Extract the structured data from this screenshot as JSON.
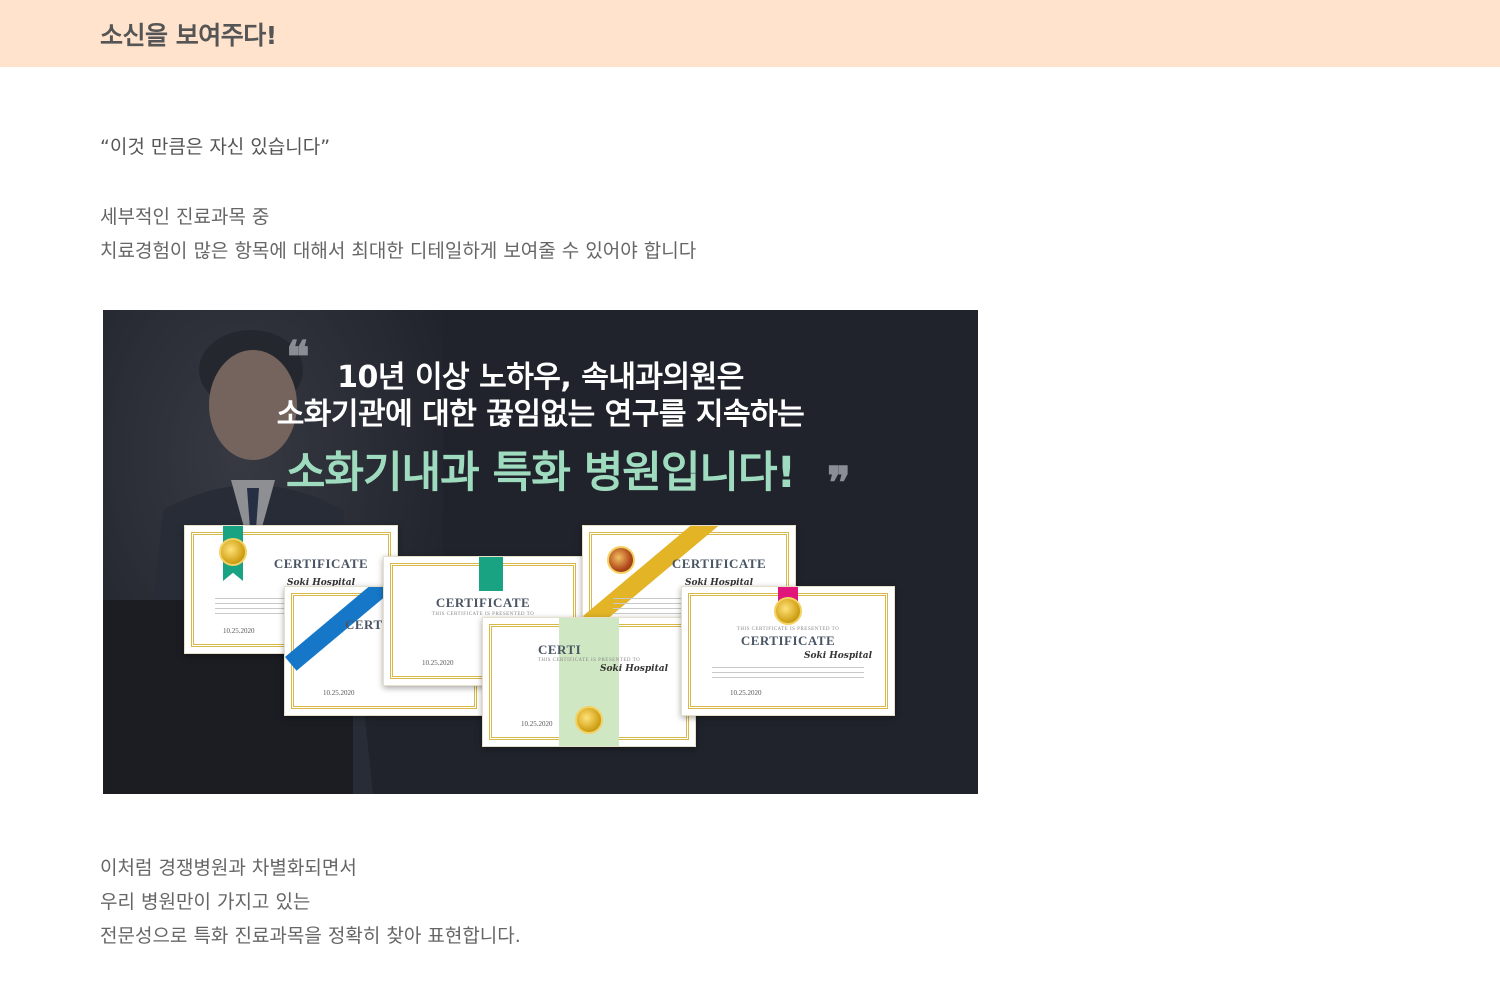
{
  "header": {
    "title": "소신을 보여주다!"
  },
  "quote": "“이것 만큼은 자신 있습니다”",
  "intro": {
    "line1": "세부적인 진료과목 중",
    "line2": "치료경험이 많은 항목에 대해서 최대한 디테일하게 보여줄 수 있어야 합니다"
  },
  "banner": {
    "quote_open": "❝",
    "quote_close": "❞",
    "line1": "10년 이상 노하우, 속내과의원은",
    "line2": "소화기관에 대한 끊임없는 연구를 지속하는",
    "line3": "소화기내과 특화 병원입니다!",
    "cert_title": "CERTIFICATE",
    "cert_title_partial": "CERTI",
    "cert_sub": "THIS CERTIFICATE IS PRESENTED TO",
    "cert_sign1": "Soki Hospital",
    "cert_sign2": "Soki Hospital",
    "cert_date": "10.25.2020",
    "colors": {
      "bg": "#20232b",
      "highlight": "#9fdcbf",
      "green": "#1aa383",
      "blue": "#1677c9",
      "gold": "#e2b426",
      "pink": "#e0167a"
    }
  },
  "outro": {
    "line1": "이처럼 경쟁병원과 차별화되면서",
    "line2": "우리 병원만이 가지고 있는",
    "line3": "전문성으로 특화 진료과목을 정확히 찾아 표현합니다."
  }
}
